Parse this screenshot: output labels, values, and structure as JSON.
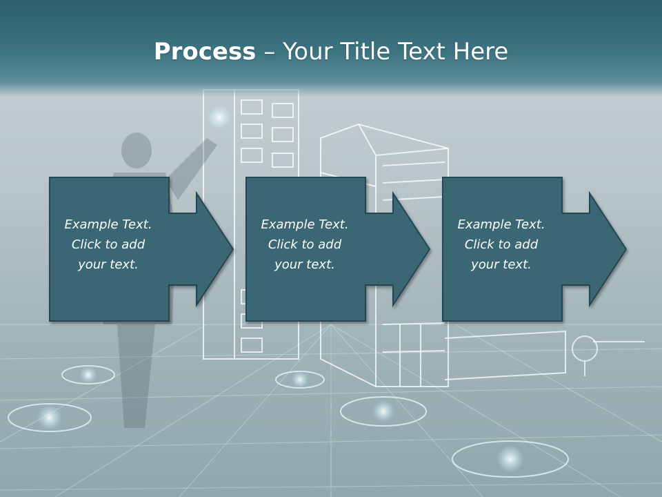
{
  "slide": {
    "title_bold": "Process",
    "title_rest": " – Your Title Text Here"
  },
  "steps": [
    {
      "line1": "Example Text.",
      "line2": "Click  to add",
      "line3": "your text."
    },
    {
      "line1": "Example Text.",
      "line2": "Click  to add",
      "line3": "your text."
    },
    {
      "line1": "Example Text.",
      "line2": "Click  to add",
      "line3": "your text."
    }
  ],
  "colors": {
    "box_fill": "#3b6673",
    "box_border": "#244752",
    "title_band": "#3d7482",
    "grid_glow": "#e8fbff"
  }
}
